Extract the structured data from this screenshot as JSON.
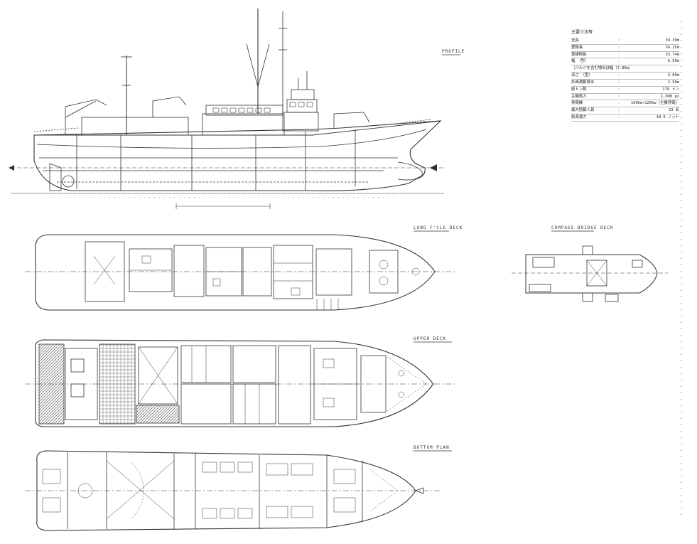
{
  "views": {
    "profile": "PROFILE",
    "long_fcle_deck": "LONG F'CLE DECK",
    "compass_bridge_deck": "COMPASS BRIDGE DECK",
    "upper_deck": "UPPER    DECK",
    "bottom_plan": "BOTTOM    PLAN"
  },
  "spec": {
    "title": "主要寸法等",
    "rows": [
      {
        "k": "全長",
        "v": "39.39m"
      },
      {
        "k": "登録長",
        "v": "34.25m"
      },
      {
        "k": "垂線間長",
        "v": "33.74m"
      },
      {
        "k": "幅　（型）",
        "v": "6.50m"
      }
    ],
    "note": "（バルジを含む場合は幅（7.80m）",
    "rows2": [
      {
        "k": "深さ　（型）",
        "v": "3.00m"
      },
      {
        "k": "計画満載喫水",
        "v": "2.50m"
      },
      {
        "k": "総トン数",
        "v": "179 トン"
      },
      {
        "k": "主機馬力",
        "v": "1,000 ps"
      },
      {
        "k": "発電機",
        "v": "160kw×120kw（主機発電）"
      },
      {
        "k": "最大搭載人員",
        "v": "33 名"
      },
      {
        "k": "航海速力",
        "v": "10.6 ノット"
      }
    ]
  }
}
